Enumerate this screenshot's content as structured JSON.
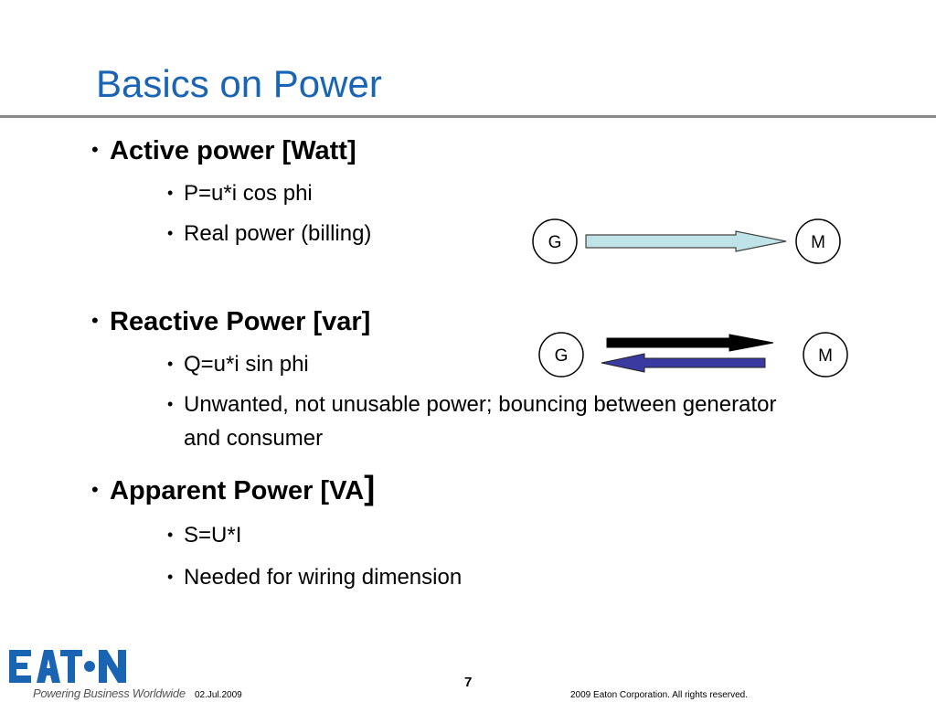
{
  "slide": {
    "title": "Basics on Power",
    "page_number": "7",
    "date": "02.Jul.2009",
    "copyright": "2009 Eaton Corporation. All rights reserved."
  },
  "bullets": [
    {
      "heading": "Active power [Watt]",
      "items": [
        "P=u*i cos phi",
        "Real power (billing)"
      ]
    },
    {
      "heading": "Reactive Power [var]",
      "items": [
        "Q=u*i sin phi",
        "Unwanted, not unusable power; bouncing between generator",
        "and consumer"
      ]
    },
    {
      "heading": "Apparent Power [VA",
      "heading_suffix": "]",
      "items": [
        "S=U*I",
        "Needed for wiring dimension"
      ]
    }
  ],
  "diagrams": {
    "active": {
      "left_label": "G",
      "right_label": "M"
    },
    "reactive": {
      "left_label": "G",
      "right_label": "M"
    }
  },
  "branding": {
    "logo_text": "EATON",
    "tagline": "Powering Business Worldwide",
    "colors": {
      "brand_blue": "#1a64b4",
      "title_blue": "#1a64b4",
      "active_arrow": "#bfe3e6",
      "reactive_back_arrow": "#3a3aa0"
    }
  }
}
